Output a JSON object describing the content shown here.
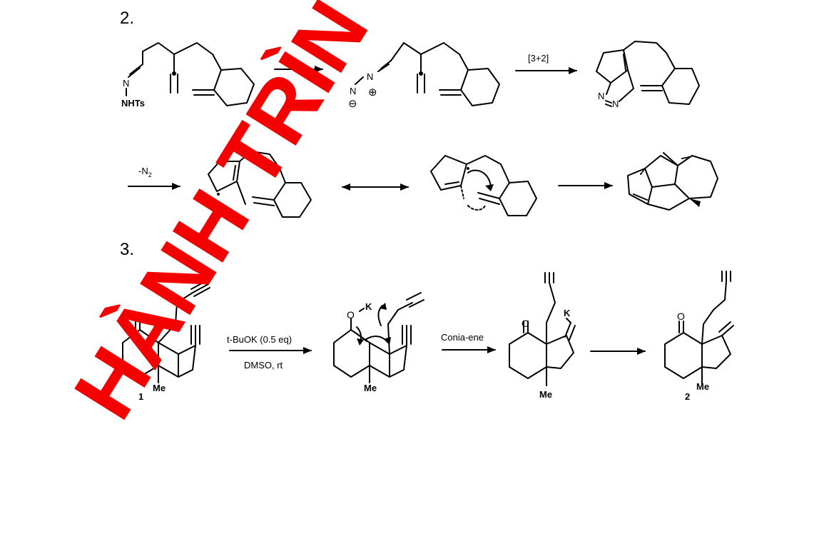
{
  "section_labels": {
    "s2": "2.",
    "s3": "3."
  },
  "scheme2": {
    "start_group": "NHTs",
    "atom_N": "N",
    "minus_sign": "⊖",
    "plus_sign": "⊕",
    "cycloaddition_label": "[3+2]",
    "loss_n2": {
      "main": "-N",
      "sub": "2"
    }
  },
  "scheme3": {
    "reagent_line1": "t-BuOK (0.5 eq)",
    "reagent_line2": "DMSO, rt",
    "step2_label": "Conia-ene",
    "atom_O": "O",
    "atom_K": "K",
    "group_Me": "Me",
    "compound1": "1",
    "compound2": "2"
  },
  "watermark": {
    "text": "HÀNH TRÌN"
  },
  "colors": {
    "ink": "#000000",
    "watermark": "#f40000"
  }
}
